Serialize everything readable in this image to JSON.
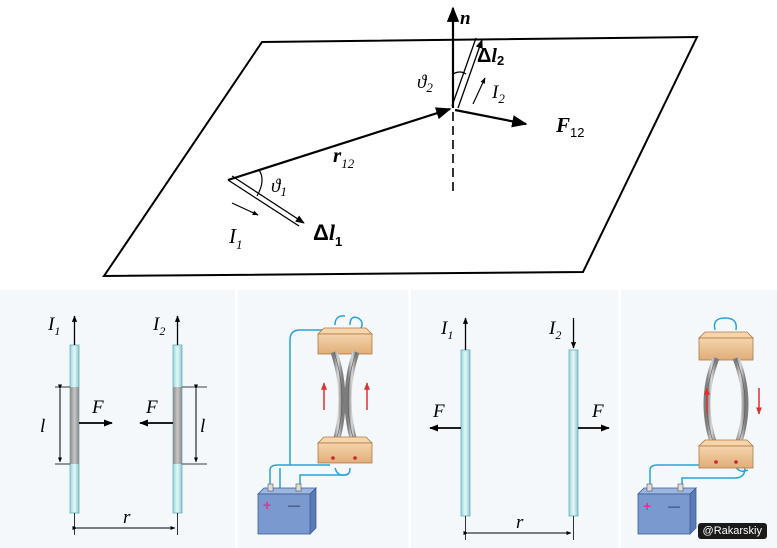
{
  "top_figure": {
    "n": "n",
    "dl2_delta": "Δ",
    "dl2_l": "l",
    "dl2_sub": "2",
    "theta2": "ϑ",
    "theta2_sub": "2",
    "I2": "I",
    "I2_sub": "2",
    "F12": "F",
    "F12_sub": "12",
    "r12": "r",
    "r12_sub": "12",
    "theta1": "ϑ",
    "theta1_sub": "1",
    "I1": "I",
    "I1_sub": "1",
    "dl1_delta": "Δ",
    "dl1_l": "l",
    "dl1_sub": "1"
  },
  "parallel_attract": {
    "I1": "I",
    "I1_sub": "1",
    "I2": "I",
    "I2_sub": "2",
    "l_left": "l",
    "l_right": "l",
    "F_left": "F",
    "F_right": "F",
    "r": "r"
  },
  "antiparallel_repel": {
    "I1": "I",
    "I1_sub": "1",
    "I2": "I",
    "I2_sub": "2",
    "F_left": "F",
    "F_right": "F",
    "r": "r"
  },
  "battery": {
    "plus": "+",
    "minus": "—"
  },
  "watermark": "@Rakarskiy",
  "colors": {
    "wire": "#29a3d6",
    "rod": "#bfe6ea",
    "rod_edge": "#5fb3b8",
    "rod_segment": "#a8a8a8",
    "block": "#f0c79a",
    "block_edge": "#b07a45",
    "battery": "#7a99cf",
    "arrow_red": "#e03030"
  }
}
